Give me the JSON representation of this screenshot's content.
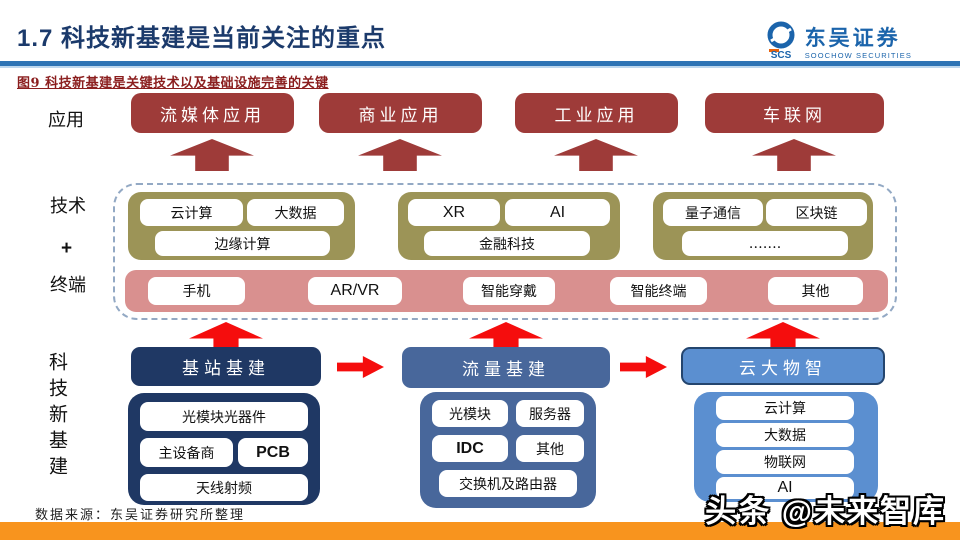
{
  "colors": {
    "title_blue": "#1B3A6B",
    "rule_blue": "#2E74B5",
    "caption_red": "#8B1E1E",
    "app_red": "#9E3B39",
    "olive": "#9C9457",
    "pink": "#D9908F",
    "bright_red": "#F50D0D",
    "navy": "#1F3864",
    "mid_blue": "#48679B",
    "light_blue": "#5B8FD0",
    "orange": "#F8941E",
    "logo_blue": "#1B64AB"
  },
  "header": {
    "title": "1.7 科技新基建是当前关注的重点",
    "logo": {
      "icon": "SCS",
      "name": "东吴证券",
      "sub": "SOOCHOW SECURITIES"
    },
    "caption": "图9 科技新基建是关键技术以及基础设施完善的关键"
  },
  "labels": {
    "application": "应用",
    "technology": "技术",
    "plus": "+",
    "terminal": "终端",
    "vertical": "科技新基建"
  },
  "applications": [
    "流媒体应用",
    "商业应用",
    "工业应用",
    "车联网"
  ],
  "tech_groups": [
    {
      "items_top": [
        "云计算",
        "大数据"
      ],
      "item_bottom": "边缘计算"
    },
    {
      "items_top": [
        "XR",
        "AI"
      ],
      "item_bottom": "金融科技"
    },
    {
      "items_top": [
        "量子通信",
        "区块链"
      ],
      "item_bottom": "……."
    }
  ],
  "terminals": [
    "手机",
    "AR/VR",
    "智能穿戴",
    "智能终端",
    "其他"
  ],
  "infrastructure": [
    {
      "header": "基站基建",
      "rows": [
        [
          "光模块光器件"
        ],
        [
          "主设备商",
          "PCB"
        ],
        [
          "天线射频"
        ]
      ]
    },
    {
      "header": "流量基建",
      "rows": [
        [
          "光模块",
          "服务器"
        ],
        [
          "IDC",
          "其他"
        ],
        [
          "交换机及路由器"
        ]
      ]
    },
    {
      "header": "云大物智",
      "rows": [
        [
          "云计算"
        ],
        [
          "大数据"
        ],
        [
          "物联网"
        ],
        [
          "AI"
        ]
      ]
    }
  ],
  "footer": {
    "source": "数据来源：东吴证券研究所整理",
    "watermark": "头条 @未来智库"
  }
}
